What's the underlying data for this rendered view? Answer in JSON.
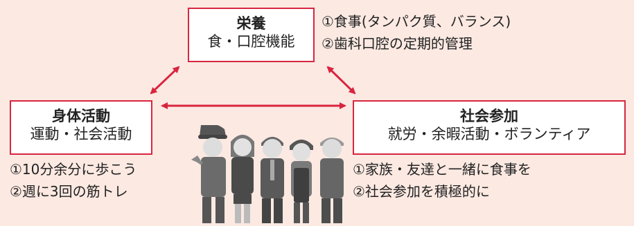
{
  "nutrition": {
    "title": "栄養",
    "subtitle": "食・口腔機能",
    "notes": [
      "①食事(タンパク質、バランス)",
      "②歯科口腔の定期的管理"
    ]
  },
  "physical": {
    "title": "身体活動",
    "subtitle": "運動・社会活動",
    "notes": [
      "①10分余分に歩こう",
      "②週に3回の筋トレ"
    ]
  },
  "social": {
    "title": "社会参加",
    "subtitle": "就労・余暇活動・ボランティア",
    "notes": [
      "①家族・友達と一緒に食事を",
      "②社会参加を積極的に"
    ]
  },
  "colors": {
    "accent": "#d9253f",
    "background": "#fbe9e2"
  }
}
